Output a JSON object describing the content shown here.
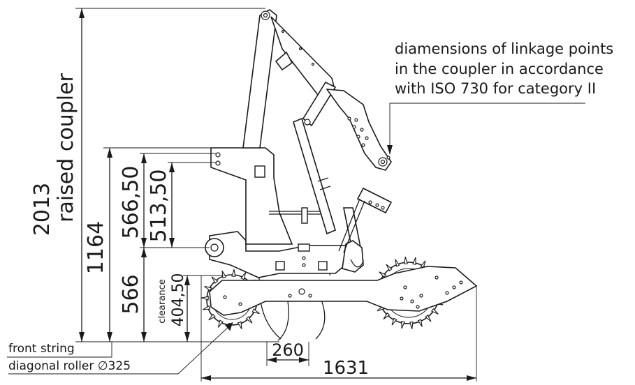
{
  "dimensions": {
    "total_height": "2013",
    "total_height_label": "raised coupler",
    "frame_height": "1164",
    "link_upper": "566,50",
    "link_lower": "513,50",
    "base_height": "566",
    "clearance": "404,50",
    "clearance_label": "clearance",
    "roller_offset": "260",
    "total_length": "1631"
  },
  "annotations": {
    "iso_note_line1": "diamensions of linkage points",
    "iso_note_line2": "in the coupler in accordance",
    "iso_note_line3": "with ISO 730 for category II",
    "front_label_line1": "front string",
    "front_label_line2": "diagonal roller ",
    "front_label_diameter": "∅325"
  },
  "colors": {
    "stroke": "#1a1a1a",
    "background": "#ffffff"
  }
}
